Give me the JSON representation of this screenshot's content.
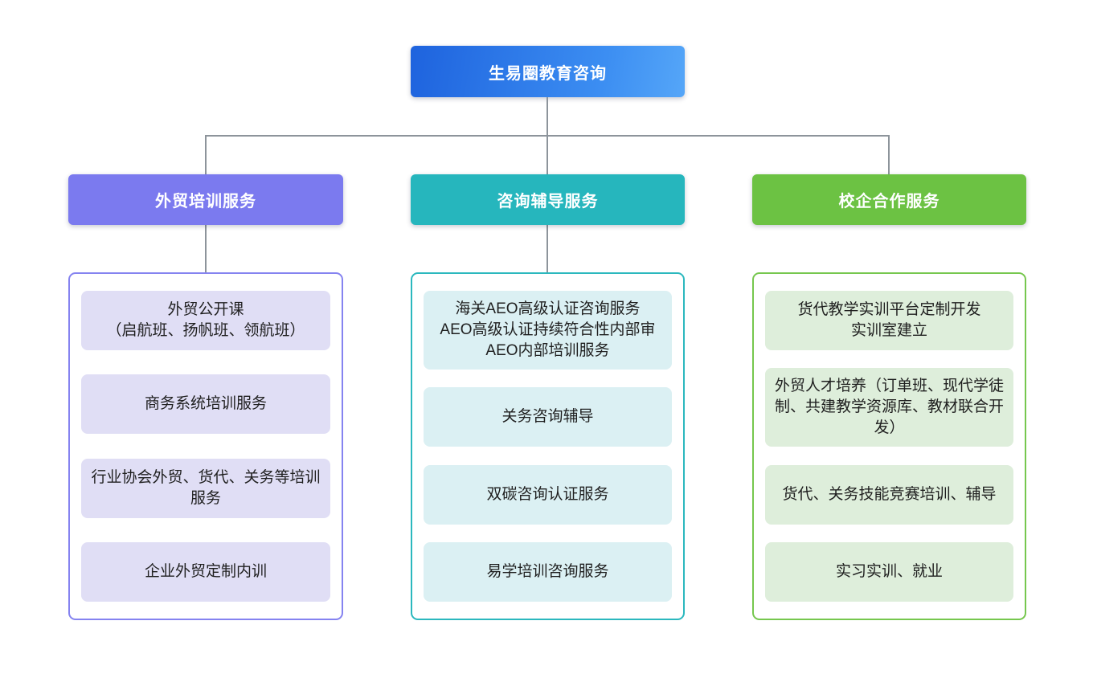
{
  "root": {
    "label": "生易圈教育咨询"
  },
  "palette": {
    "root_gradient_from": "#1e63de",
    "root_gradient_to": "#55a6f8",
    "connector": "#8d949b",
    "branch1_header": "#7b7aef",
    "branch1_border": "#8583f0",
    "branch1_item_bg": "#e0def5",
    "branch2_header": "#26b6bd",
    "branch2_border": "#2bb8be",
    "branch2_item_bg": "#dbf0f3",
    "branch3_header": "#6cc243",
    "branch3_border": "#76c74e",
    "branch3_item_bg": "#deeedb",
    "item_text": "#1f1f1f"
  },
  "branches": [
    {
      "label": "外贸培训服务",
      "items": [
        "外贸公开课\n（启航班、扬帆班、领航班）",
        "商务系统培训服务",
        "行业协会外贸、货代、关务等培训服务",
        "企业外贸定制内训"
      ]
    },
    {
      "label": "咨询辅导服务",
      "items": [
        "海关AEO高级认证咨询服务\nAEO高级认证持续符合性内部审\nAEO内部培训服务",
        "关务咨询辅导",
        "双碳咨询认证服务",
        "易学培训咨询服务"
      ]
    },
    {
      "label": "校企合作服务",
      "items": [
        "货代教学实训平台定制开发\n实训室建立",
        "外贸人才培养（订单班、现代学徒制、共建教学资源库、教材联合开发）",
        "货代、关务技能竞赛培训、辅导",
        "实习实训、就业"
      ]
    }
  ]
}
